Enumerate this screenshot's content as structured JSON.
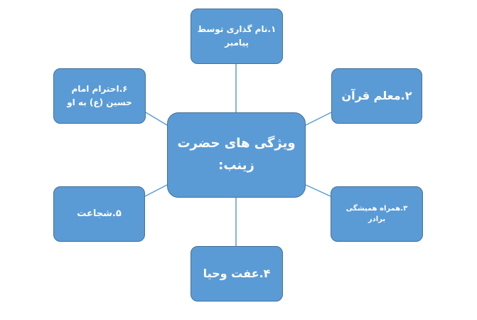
{
  "diagram": {
    "center": {
      "label": "ویژگی های حضرت زینب:"
    },
    "nodes": [
      {
        "id": "n1",
        "label": "۱.نام گذاری توسط پیامبر"
      },
      {
        "id": "n2",
        "label": "۲.معلم قرآن"
      },
      {
        "id": "n3",
        "label": "۳.همراه همیشگی برادر"
      },
      {
        "id": "n4",
        "label": "۴.عفت وحیا"
      },
      {
        "id": "n5",
        "label": "۵.شجاعت"
      },
      {
        "id": "n6",
        "label": "۶.احترام امام حسین (ع) به او"
      }
    ],
    "colors": {
      "node_fill": "#5b9bd5",
      "node_border": "#41719c",
      "connector": "#5b9bd5",
      "text": "#ffffff"
    }
  }
}
